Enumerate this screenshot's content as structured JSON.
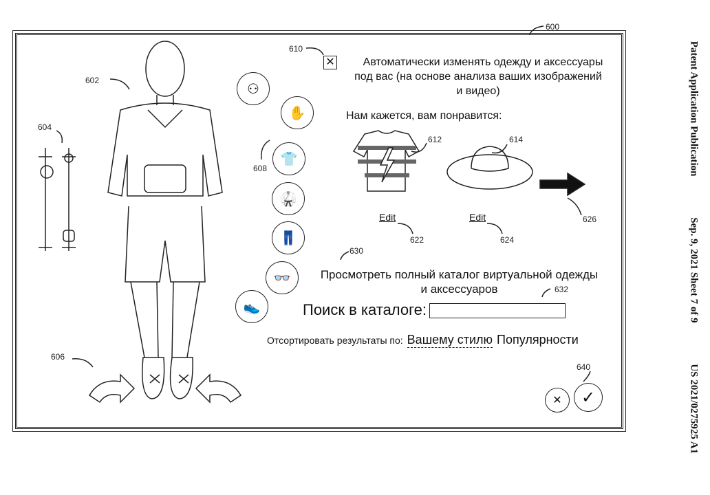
{
  "header": {
    "publication": "Patent Application Publication",
    "date_sheet": "Sep. 9, 2021   Sheet 7 of 9",
    "number": "US 2021/0275925 A1"
  },
  "refs": {
    "r600": "600",
    "r602": "602",
    "r604": "604",
    "r606": "606",
    "r608": "608",
    "r610": "610",
    "r612": "612",
    "r614": "614",
    "r622": "622",
    "r624": "624",
    "r626": "626",
    "r630": "630",
    "r632": "632",
    "r640": "640"
  },
  "auto_adjust": {
    "checked": true,
    "check_mark": "✕",
    "line1": "Автоматически изменять одежду и аксессуары",
    "line2": "под вас (на основе анализа ваших изображений",
    "line3": "и видео)"
  },
  "recommend": {
    "title": "Нам кажется, вам понравится:",
    "items": [
      {
        "name": "t-shirt",
        "edit_label": "Edit"
      },
      {
        "name": "hat",
        "edit_label": "Edit"
      }
    ]
  },
  "catalog": {
    "line1": "Просмотреть полный каталог виртуальной одежды",
    "line2": "и аксессуаров",
    "search_label": "Поиск в каталоге:",
    "search_value": ""
  },
  "sort": {
    "label": "Отсортировать результаты по:",
    "option_style": "Вашему стилю",
    "option_popularity": "Популярности"
  },
  "categories": [
    "body-type",
    "pose",
    "shirts",
    "outfits",
    "pants",
    "accessories",
    "shoes"
  ],
  "actions": {
    "cancel_icon": "✕",
    "confirm_icon": "✓"
  }
}
